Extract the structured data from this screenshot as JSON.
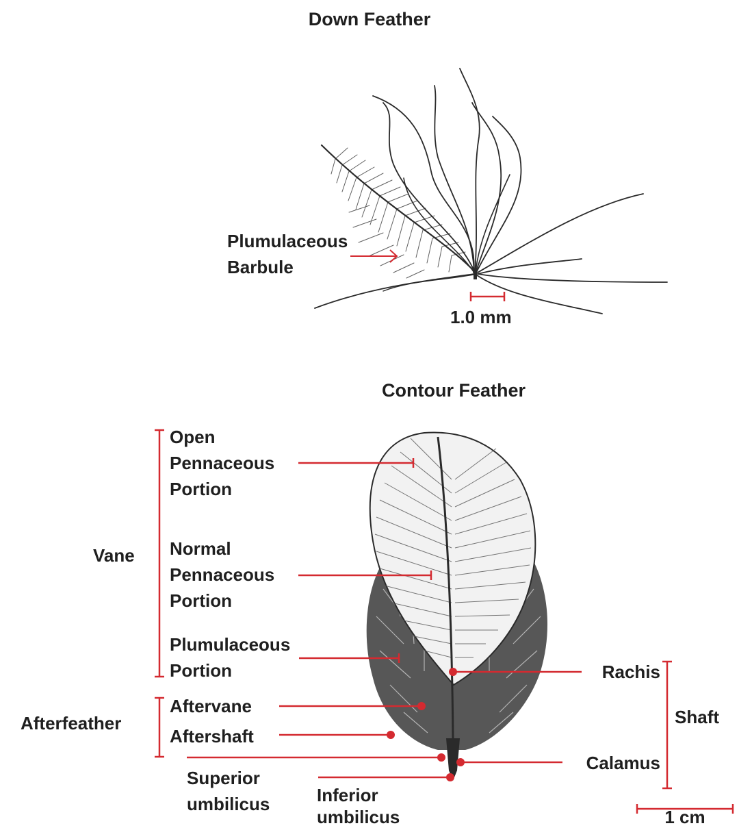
{
  "down_feather": {
    "title": "Down Feather",
    "barbule_label": [
      "Plumulaceous",
      "Barbule"
    ],
    "scale_label": "1.0 mm"
  },
  "contour_feather": {
    "title": "Contour Feather",
    "vane_group": "Vane",
    "afterfeather_group": "Afterfeather",
    "shaft_group": "Shaft",
    "open_pennaceous": [
      "Open",
      "Pennaceous",
      "Portion"
    ],
    "normal_pennaceous": [
      "Normal",
      "Pennaceous",
      "Portion"
    ],
    "plumulaceous_portion": [
      "Plumulaceous",
      "Portion"
    ],
    "aftervane": "Aftervane",
    "aftershaft": "Aftershaft",
    "superior_umbilicus": [
      "Superior",
      "umbilicus"
    ],
    "inferior_umbilicus": [
      "Inferior",
      "umbilicus"
    ],
    "rachis": "Rachis",
    "calamus": "Calamus",
    "scale_label": "1 cm"
  },
  "colors": {
    "annotation": "#d42a30",
    "text": "#1f1f1f",
    "drawing": "#2a2a2a"
  }
}
